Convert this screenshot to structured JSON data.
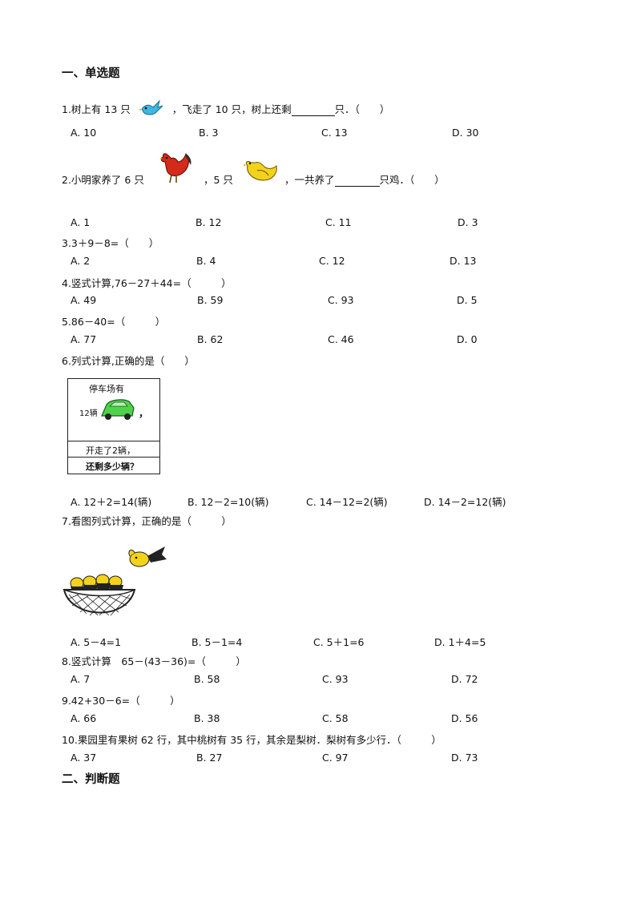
{
  "sections": {
    "s1": "一、单选题",
    "s2": "二、判断题"
  },
  "questions": [
    {
      "text_a": "1.树上有 13 只",
      "text_b": "，飞走了 10 只，树上还剩",
      "text_c": "只．（　　）",
      "options": [
        "A. 10",
        "B. 3",
        "C. 13",
        "D. 30"
      ]
    },
    {
      "text_a": "2.小明家养了 6 只",
      "text_b": "，5 只",
      "text_c": "，一共养了",
      "text_d": "只鸡．（　　）",
      "options": [
        "A. 1",
        "B. 12",
        "C. 11",
        "D. 3"
      ]
    },
    {
      "text": "3.3＋9－8=（　　）",
      "options": [
        "A.  2",
        "B. 4",
        "C. 12",
        "D. 13"
      ]
    },
    {
      "text": "4.竖式计算,76－27＋44=（　　　）",
      "options": [
        "A. 49",
        "B. 59",
        "C. 93",
        "D. 5"
      ]
    },
    {
      "text": "5.86－40=（　　　）",
      "options": [
        "A. 77",
        "B. 62",
        "C. 46",
        "D. 0"
      ]
    },
    {
      "text": "6.列式计算,正确的是（　　）",
      "figure": {
        "line1": "停车场有",
        "line2_num": "12辆",
        "line2_comma": "，",
        "line3": "开走了2辆，",
        "line4": "还剩多少辆？"
      },
      "options": [
        "A. 12＋2=14(辆)",
        "B. 12－2=10(辆)",
        "C. 14－12=2(辆)",
        "D. 14－2=12(辆)"
      ]
    },
    {
      "text": "7.看图列式计算，正确的是（　　　）",
      "options": [
        "A. 5－4=1",
        "B. 5－1=4",
        "C. 5＋1=6",
        "D. 1＋4=5"
      ]
    },
    {
      "text": "8.竖式计算　65－(43－36)=（　　　）",
      "options": [
        "A. 7",
        "B. 58",
        "C. 93",
        "D. 72"
      ]
    },
    {
      "text": "9.42+30－6=（　　　）",
      "options": [
        "A. 66",
        "B. 38",
        "C. 58",
        "D. 56"
      ]
    },
    {
      "text": "10.果园里有果树 62 行，其中桃树有 35 行，其余是梨树．梨树有多少行．（　　　）",
      "options": [
        "A. 37",
        "B. 27",
        "C. 97",
        "D. 73"
      ]
    }
  ]
}
